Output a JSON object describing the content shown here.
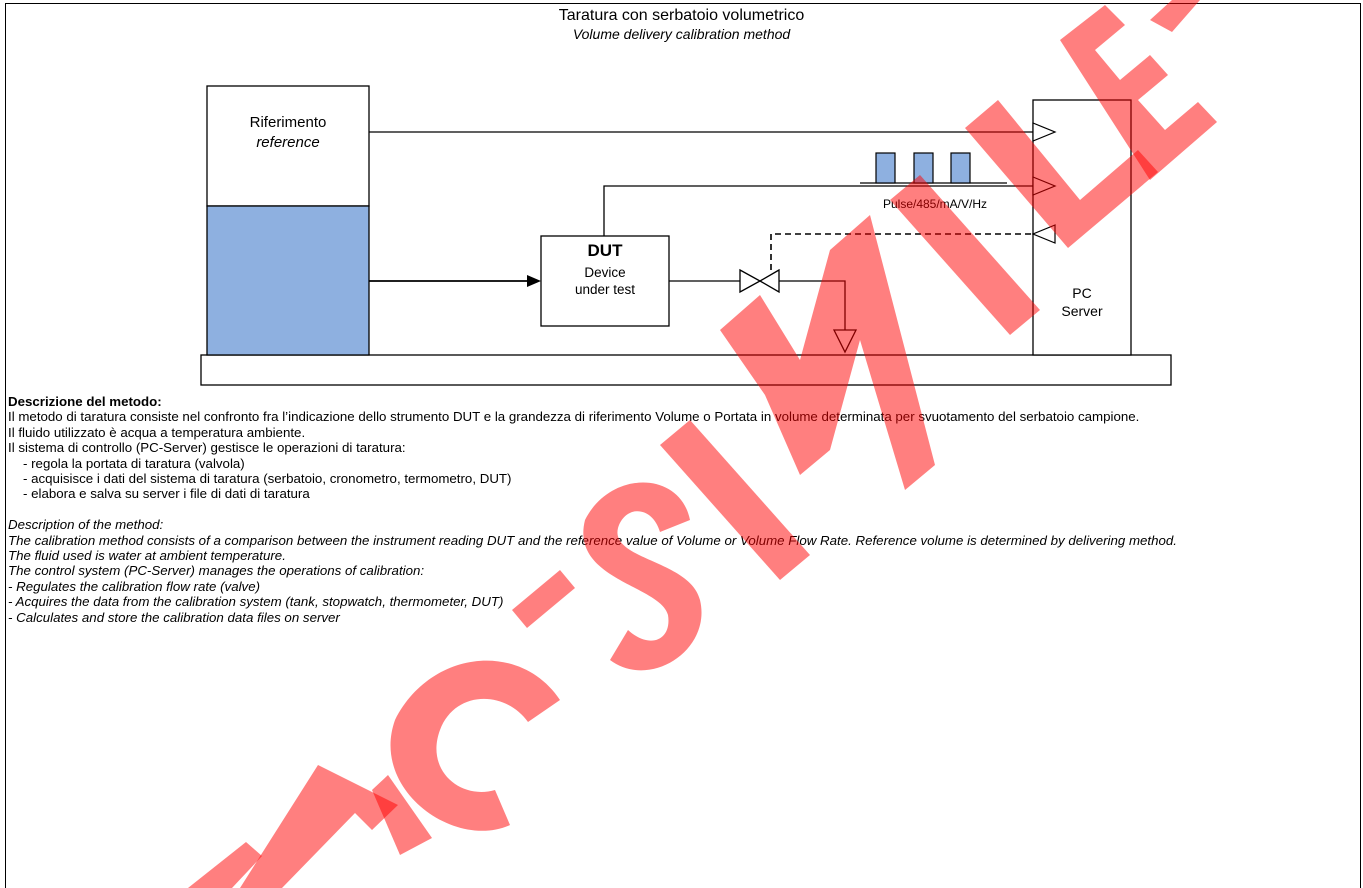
{
  "header": {
    "title": "Taratura con serbatoio volumetrico",
    "subtitle": "Volume delivery calibration method"
  },
  "diagram": {
    "reference_it": "Riferimento",
    "reference_en": "reference",
    "dut_title": "DUT",
    "dut_line1": "Device",
    "dut_line2": "under test",
    "signal_label": "Pulse/485/mA/V/Hz",
    "pc_line1": "PC",
    "pc_line2": "Server",
    "tank_fill_color": "#8eb0e0"
  },
  "description_it": {
    "heading": "Descrizione del metodo:",
    "paragraph1": "Il metodo di taratura consiste nel confronto fra l’indicazione dello strumento DUT e la grandezza di riferimento Volume o Portata in volume determinata per svuotamento del serbatoio campione.",
    "paragraph2": "Il fluido utilizzato è acqua a temperatura ambiente.",
    "paragraph3": "Il sistema di controllo (PC-Server) gestisce le operazioni di taratura:",
    "bullets": [
      "-   regola la portata di taratura (valvola)",
      "-   acquisisce i dati del sistema di taratura (serbatoio, cronometro, termometro, DUT)",
      "-   elabora e salva su server i file di dati di taratura"
    ]
  },
  "description_en": {
    "heading": "Description of the method:",
    "paragraph1": "The calibration method consists of a comparison between the instrument reading DUT and the reference value of Volume or Volume Flow Rate. Reference volume is determined by delivering method.",
    "paragraph2": "The fluid used is water at ambient temperature.",
    "paragraph3": "The control system (PC-Server) manages the operations of calibration:",
    "bullets": [
      "- Regulates the calibration flow rate (valve)",
      "- Acquires the data from the calibration system (tank, stopwatch, thermometer, DUT)",
      "- Calculates and store the calibration data files on server"
    ]
  },
  "watermark": {
    "text": "FAC-SIMILE",
    "color": "#ff0000"
  }
}
